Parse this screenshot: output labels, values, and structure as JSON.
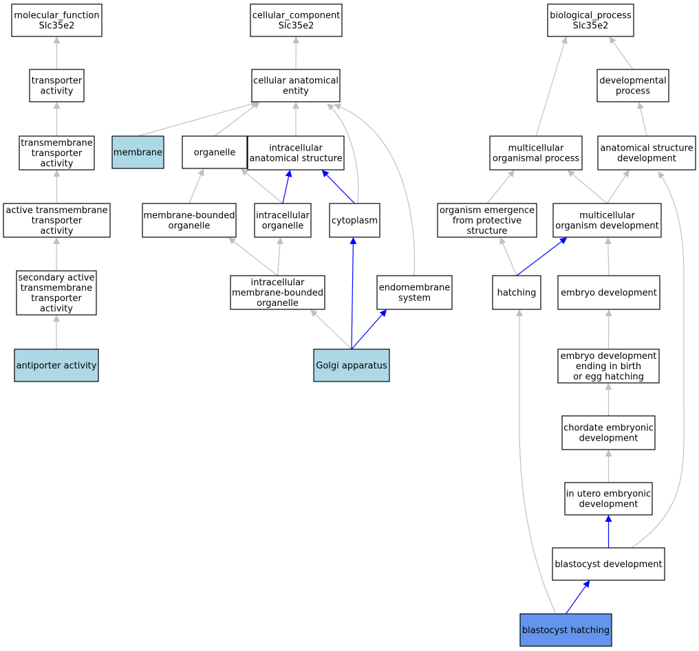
{
  "colors": {
    "default_fill": "#ffffff",
    "annotated_fill": "#add8e6",
    "query_fill": "#6495ed",
    "edge_gray": "#c0c0c0",
    "edge_blue": "#0000ff"
  },
  "nodes": [
    {
      "id": "mf_root",
      "lines": [
        "molecular_function",
        "Slc35e2"
      ],
      "fill": "default"
    },
    {
      "id": "transporter_activity",
      "lines": [
        "transporter",
        "activity"
      ],
      "fill": "default"
    },
    {
      "id": "tm_transporter",
      "lines": [
        "transmembrane",
        "transporter",
        "activity"
      ],
      "fill": "default"
    },
    {
      "id": "active_tm",
      "lines": [
        "active transmembrane",
        "transporter",
        "activity"
      ],
      "fill": "default"
    },
    {
      "id": "secondary_active",
      "lines": [
        "secondary active",
        "transmembrane",
        "transporter",
        "activity"
      ],
      "fill": "default"
    },
    {
      "id": "antiporter",
      "lines": [
        "antiporter activity"
      ],
      "fill": "annotated"
    },
    {
      "id": "cc_root",
      "lines": [
        "cellular_component",
        "Slc35e2"
      ],
      "fill": "default"
    },
    {
      "id": "cae",
      "lines": [
        "cellular anatomical",
        "entity"
      ],
      "fill": "default"
    },
    {
      "id": "membrane",
      "lines": [
        "membrane"
      ],
      "fill": "annotated"
    },
    {
      "id": "organelle",
      "lines": [
        "organelle"
      ],
      "fill": "default"
    },
    {
      "id": "ias",
      "lines": [
        "intracellular",
        "anatomical structure"
      ],
      "fill": "default"
    },
    {
      "id": "mbo",
      "lines": [
        "membrane-bounded",
        "organelle"
      ],
      "fill": "default"
    },
    {
      "id": "io",
      "lines": [
        "intracellular",
        "organelle"
      ],
      "fill": "default"
    },
    {
      "id": "cytoplasm",
      "lines": [
        "cytoplasm"
      ],
      "fill": "default"
    },
    {
      "id": "imbo",
      "lines": [
        "intracellular",
        "membrane-bounded",
        "organelle"
      ],
      "fill": "default"
    },
    {
      "id": "endomembrane",
      "lines": [
        "endomembrane",
        "system"
      ],
      "fill": "default"
    },
    {
      "id": "golgi",
      "lines": [
        "Golgi apparatus"
      ],
      "fill": "annotated"
    },
    {
      "id": "bp_root",
      "lines": [
        "biological_process",
        "Slc35e2"
      ],
      "fill": "default"
    },
    {
      "id": "devproc",
      "lines": [
        "developmental",
        "process"
      ],
      "fill": "default"
    },
    {
      "id": "mop",
      "lines": [
        "multicellular",
        "organismal process"
      ],
      "fill": "default"
    },
    {
      "id": "asd",
      "lines": [
        "anatomical structure",
        "development"
      ],
      "fill": "default"
    },
    {
      "id": "oe",
      "lines": [
        "organism emergence",
        "from protective",
        "structure"
      ],
      "fill": "default"
    },
    {
      "id": "mod",
      "lines": [
        "multicellular",
        "organism development"
      ],
      "fill": "default"
    },
    {
      "id": "hatching",
      "lines": [
        "hatching"
      ],
      "fill": "default"
    },
    {
      "id": "embryo_dev",
      "lines": [
        "embryo development"
      ],
      "fill": "default"
    },
    {
      "id": "edeb",
      "lines": [
        "embryo development",
        "ending in birth",
        "or egg hatching"
      ],
      "fill": "default"
    },
    {
      "id": "chordate",
      "lines": [
        "chordate embryonic",
        "development"
      ],
      "fill": "default"
    },
    {
      "id": "in_utero",
      "lines": [
        "in utero embryonic",
        "development"
      ],
      "fill": "default"
    },
    {
      "id": "blasto_dev",
      "lines": [
        "blastocyst development"
      ],
      "fill": "default"
    },
    {
      "id": "blasto_hatch",
      "lines": [
        "blastocyst hatching"
      ],
      "fill": "query"
    }
  ],
  "edges": [
    {
      "from": "transporter_activity",
      "to": "mf_root",
      "color": "gray"
    },
    {
      "from": "tm_transporter",
      "to": "transporter_activity",
      "color": "gray"
    },
    {
      "from": "active_tm",
      "to": "tm_transporter",
      "color": "gray"
    },
    {
      "from": "secondary_active",
      "to": "active_tm",
      "color": "gray"
    },
    {
      "from": "antiporter",
      "to": "secondary_active",
      "color": "gray"
    },
    {
      "from": "cae",
      "to": "cc_root",
      "color": "gray"
    },
    {
      "from": "membrane",
      "to": "cae",
      "color": "gray"
    },
    {
      "from": "organelle",
      "to": "cae",
      "color": "gray"
    },
    {
      "from": "ias",
      "to": "cae",
      "color": "gray"
    },
    {
      "from": "cytoplasm",
      "to": "cae",
      "color": "gray"
    },
    {
      "from": "endomembrane",
      "to": "cae",
      "color": "gray"
    },
    {
      "from": "mbo",
      "to": "organelle",
      "color": "gray"
    },
    {
      "from": "io",
      "to": "organelle",
      "color": "gray"
    },
    {
      "from": "io",
      "to": "ias",
      "color": "blue"
    },
    {
      "from": "cytoplasm",
      "to": "ias",
      "color": "blue"
    },
    {
      "from": "imbo",
      "to": "mbo",
      "color": "gray"
    },
    {
      "from": "imbo",
      "to": "io",
      "color": "gray"
    },
    {
      "from": "golgi",
      "to": "imbo",
      "color": "gray"
    },
    {
      "from": "golgi",
      "to": "cytoplasm",
      "color": "blue"
    },
    {
      "from": "golgi",
      "to": "endomembrane",
      "color": "blue"
    },
    {
      "from": "mop",
      "to": "bp_root",
      "color": "gray"
    },
    {
      "from": "devproc",
      "to": "bp_root",
      "color": "gray"
    },
    {
      "from": "asd",
      "to": "devproc",
      "color": "gray"
    },
    {
      "from": "oe",
      "to": "mop",
      "color": "gray"
    },
    {
      "from": "mod",
      "to": "mop",
      "color": "gray"
    },
    {
      "from": "mod",
      "to": "asd",
      "color": "gray"
    },
    {
      "from": "hatching",
      "to": "oe",
      "color": "gray"
    },
    {
      "from": "hatching",
      "to": "mod",
      "color": "blue"
    },
    {
      "from": "embryo_dev",
      "to": "mod",
      "color": "gray"
    },
    {
      "from": "edeb",
      "to": "embryo_dev",
      "color": "gray"
    },
    {
      "from": "chordate",
      "to": "edeb",
      "color": "gray"
    },
    {
      "from": "in_utero",
      "to": "chordate",
      "color": "gray"
    },
    {
      "from": "blasto_dev",
      "to": "in_utero",
      "color": "blue"
    },
    {
      "from": "blasto_dev",
      "to": "asd",
      "color": "gray"
    },
    {
      "from": "blasto_hatch",
      "to": "hatching",
      "color": "gray"
    },
    {
      "from": "blasto_hatch",
      "to": "blasto_dev",
      "color": "blue"
    }
  ]
}
